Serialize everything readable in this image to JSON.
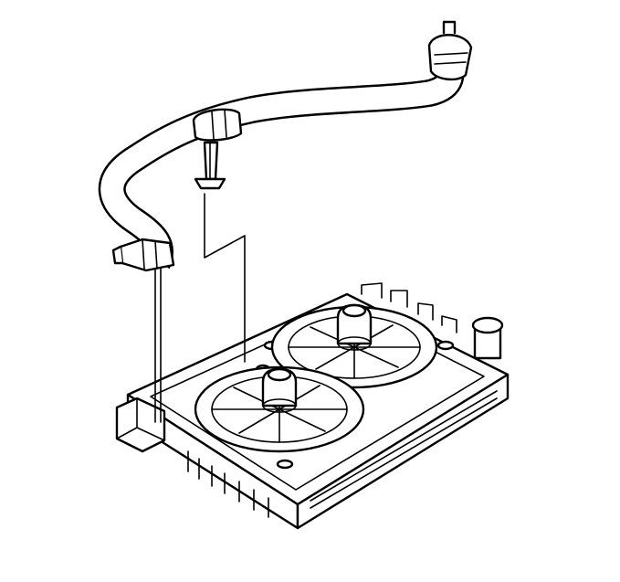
{
  "diagram": {
    "title": "",
    "callouts": []
  },
  "colors": {
    "line": "#000000",
    "background": "#ffffff"
  },
  "parts": [
    {
      "id": "radiator-hose",
      "icon": "hose-icon"
    },
    {
      "id": "hose-clamp-top",
      "icon": "clamp-icon"
    },
    {
      "id": "hose-clamp-mid",
      "icon": "clamp-icon"
    },
    {
      "id": "hose-clamp-bottom",
      "icon": "clamp-icon"
    },
    {
      "id": "retainer-clip",
      "icon": "clip-icon"
    },
    {
      "id": "fan-shroud-assembly",
      "icon": "fan-icon"
    },
    {
      "id": "radiator-tank",
      "icon": "tank-icon"
    }
  ]
}
